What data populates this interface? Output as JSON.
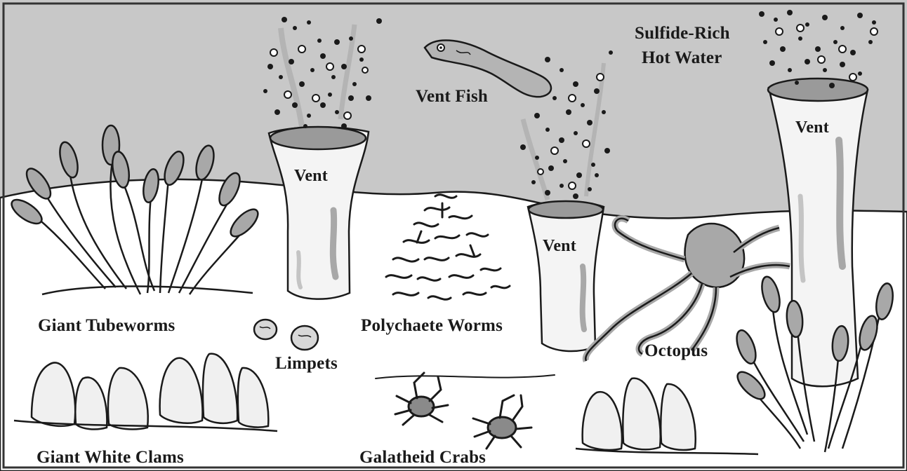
{
  "labels": {
    "sulfide_water_line1": "Sulfide-Rich",
    "sulfide_water_line2": "Hot Water",
    "vent_fish": "Vent Fish",
    "vent_left": "Vent",
    "vent_middle": "Vent",
    "vent_right": "Vent",
    "giant_tubeworms": "Giant Tubeworms",
    "limpets": "Limpets",
    "polychaete_worms": "Polychaete Worms",
    "octopus": "Octopus",
    "giant_white_clams": "Giant White Clams",
    "galatheid_crabs": "Galatheid Crabs"
  },
  "colors": {
    "water": "#c8c8c8",
    "seafloor": "#ffffff",
    "outline": "#1a1a1a",
    "highlight": "#9a9a9a",
    "vent_fill": "#f4f4f4",
    "organism_fill": "#a8a8a8"
  }
}
